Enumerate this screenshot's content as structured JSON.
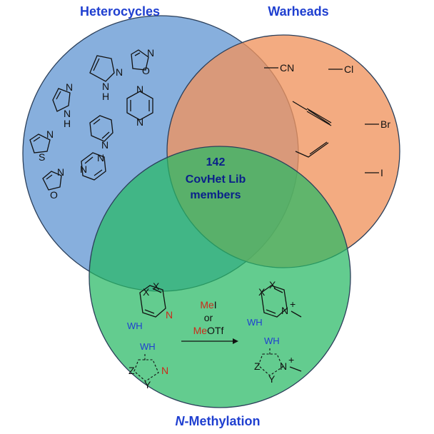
{
  "diagram": {
    "circles": {
      "heterocycles": {
        "label": "Heterocycles",
        "color": "#6f9fd6"
      },
      "warheads": {
        "label": "Warheads",
        "color": "#f0915a"
      },
      "methylation": {
        "label_italic": "N",
        "label_rest": "-Methylation",
        "color": "#30bf68"
      }
    },
    "center": {
      "line1": "142",
      "line2": "CovHet Lib",
      "line3": "members"
    },
    "warheads": {
      "cn": "CN",
      "cl": "Cl",
      "br": "Br",
      "i": "I"
    },
    "heterocycle_atoms": {
      "N": "N",
      "H": "H",
      "O": "O",
      "S": "S"
    },
    "reaction": {
      "reagent1_red": "Me",
      "reagent1_black": "I",
      "or": "or",
      "reagent2_red": "Me",
      "reagent2_black": "OTf",
      "X": "X",
      "N": "N",
      "WH": "WH",
      "Z": "Z",
      "Y": "Y",
      "plus": "+"
    }
  }
}
